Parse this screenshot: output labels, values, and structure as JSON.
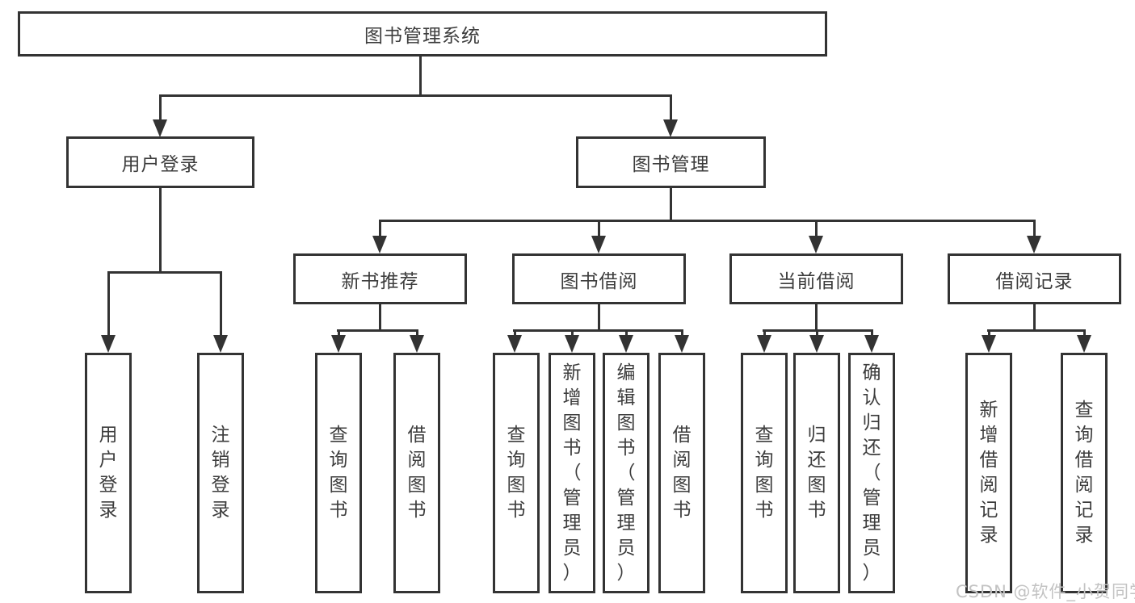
{
  "diagram": {
    "type": "hierarchy-tree",
    "colors": {
      "background": "#ffffff",
      "line": "#333333",
      "text": "#3d3d3d",
      "watermark": "#c3c3c3"
    },
    "tree": {
      "label": "图书管理系统",
      "children": [
        {
          "label": "用户登录",
          "children": [
            {
              "label": "用户登录"
            },
            {
              "label": "注销登录"
            }
          ]
        },
        {
          "label": "图书管理",
          "children": [
            {
              "label": "新书推荐",
              "children": [
                {
                  "label": "查询图书"
                },
                {
                  "label": "借阅图书"
                }
              ]
            },
            {
              "label": "图书借阅",
              "children": [
                {
                  "label": "查询图书"
                },
                {
                  "label": "新增图书（管理员）"
                },
                {
                  "label": "编辑图书（管理员）"
                },
                {
                  "label": "借阅图书"
                }
              ]
            },
            {
              "label": "当前借阅",
              "children": [
                {
                  "label": "查询图书"
                },
                {
                  "label": "归还图书"
                },
                {
                  "label": "确认归还（管理员）"
                }
              ]
            },
            {
              "label": "借阅记录",
              "children": [
                {
                  "label": "新增借阅记录"
                },
                {
                  "label": "查询借阅记录"
                }
              ]
            }
          ]
        }
      ]
    },
    "watermark": "CSDN @软件_小贺同学"
  }
}
